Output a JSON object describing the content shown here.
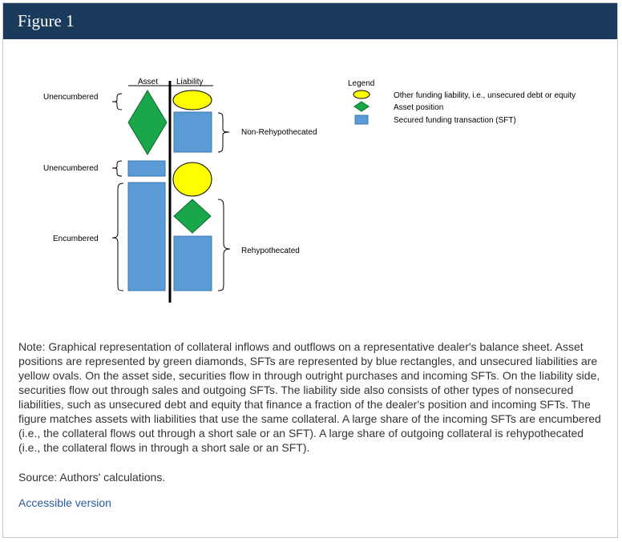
{
  "figure": {
    "title": "Figure 1"
  },
  "diagram": {
    "columns": {
      "asset": "Asset",
      "liability": "Liability"
    },
    "left_labels": {
      "unencumbered_top": "Unencumbered",
      "unencumbered_mid": "Unencumbered",
      "encumbered": "Encumbered"
    },
    "right_labels": {
      "non_rehypothecated": "Non-Rehypothecated",
      "rehypothecated": "Rehypothecated"
    },
    "legend": {
      "title": "Legend",
      "items": [
        {
          "shape": "oval",
          "label": "Other funding liability, i.e., unsecured debt or equity"
        },
        {
          "shape": "diamond",
          "label": "Asset position"
        },
        {
          "shape": "rectangle",
          "label": "Secured funding transaction (SFT)"
        }
      ]
    },
    "colors": {
      "oval": "#ffff00",
      "diamond": "#1aa64a",
      "rectangle": "#5b9bd5",
      "header": "#1a3a5c"
    }
  },
  "note": "Note: Graphical representation of collateral inflows and outflows on a representative dealer's balance sheet. Asset positions are represented by green diamonds, SFTs are represented by blue rectangles, and unsecured liabilities are yellow ovals. On the asset side, securities flow in through outright purchases and incoming SFTs. On the liability side, securities flow out through sales and outgoing SFTs. The liability side also consists of other types of nonsecured liabilities, such as unsecured debt and equity that finance a fraction of the dealer's position and incoming SFTs. The figure matches assets with liabilities that use the same collateral. A large share of the incoming SFTs are encumbered (i.e., the collateral flows out through a short sale or an SFT). A large share of outgoing collateral is rehypothecated (i.e., the collateral flows in through a short sale or an SFT).",
  "source": "Source: Authors' calculations.",
  "accessible_link": "Accessible version"
}
